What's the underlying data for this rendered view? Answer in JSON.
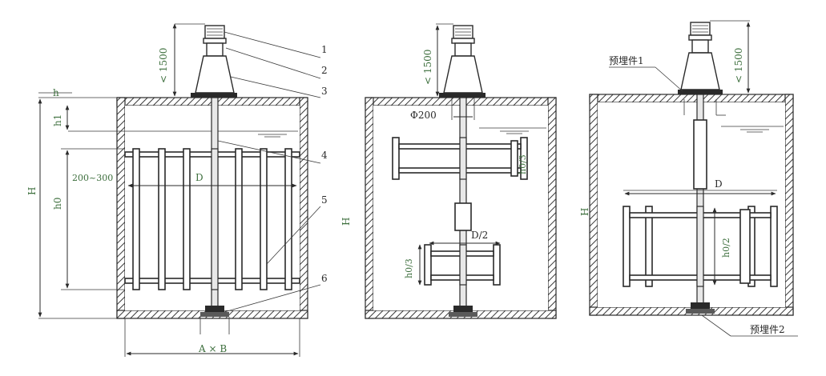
{
  "diagram_1": {
    "callouts": [
      "1",
      "2",
      "3",
      "4",
      "5",
      "6"
    ],
    "dim_limit": "< 1500",
    "dim_h": "h",
    "dim_h1": "h1",
    "dim_H": "H",
    "dim_h0": "h0",
    "dim_gap": "200~300",
    "dim_D": "D",
    "dim_AxB": "A × B"
  },
  "diagram_2": {
    "dim_limit": "< 1500",
    "dim_phi": "Φ200",
    "dim_H": "H",
    "dim_h0_3_top": "h0/3",
    "dim_D_half": "D/2",
    "dim_h0_3_bottom": "h0/3"
  },
  "diagram_3": {
    "dim_limit": "< 1500",
    "embedded_1": "预埋件1",
    "dim_H": "H",
    "dim_D": "D",
    "dim_h0_2": "h0/2",
    "embedded_2": "预埋件2"
  }
}
